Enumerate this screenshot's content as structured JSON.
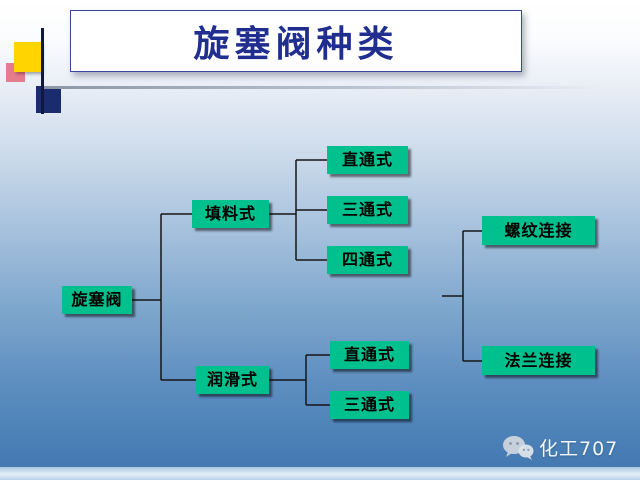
{
  "slide": {
    "title": "旋塞阀种类",
    "watermark": "化工707"
  },
  "diagram": {
    "root": {
      "label": "旋塞阀"
    },
    "level2": [
      {
        "label": "填料式"
      },
      {
        "label": "润滑式"
      }
    ],
    "packing_children": [
      {
        "label": "直通式"
      },
      {
        "label": "三通式"
      },
      {
        "label": "四通式"
      }
    ],
    "lubricated_children": [
      {
        "label": "直通式"
      },
      {
        "label": "三通式"
      }
    ],
    "connections": [
      {
        "label": "螺纹连接"
      },
      {
        "label": "法兰连接"
      }
    ],
    "edges": [
      [
        "旋塞阀",
        "填料式"
      ],
      [
        "旋塞阀",
        "润滑式"
      ],
      [
        "填料式",
        "直通式"
      ],
      [
        "填料式",
        "三通式"
      ],
      [
        "填料式",
        "四通式"
      ],
      [
        "润滑式",
        "直通式"
      ],
      [
        "润滑式",
        "三通式"
      ]
    ],
    "colors": {
      "node_bg": "#00c08d",
      "node_text": "#000000",
      "line": "#161616",
      "title_color": "#1f2e8f",
      "background_bottom": "#4076ae"
    }
  }
}
